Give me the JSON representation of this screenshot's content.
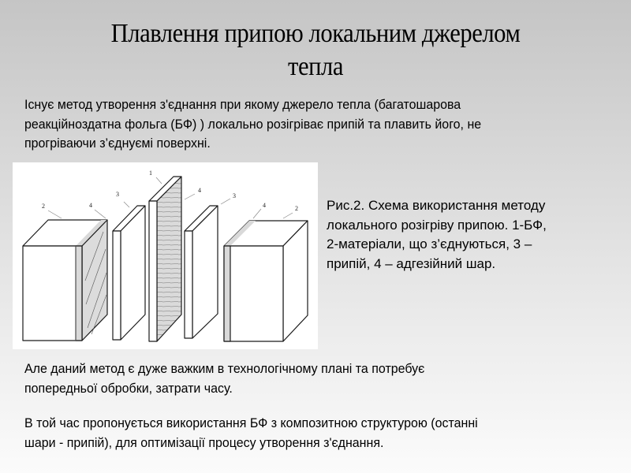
{
  "slide": {
    "title_line1": "Плавлення припою локальним джерелом",
    "title_line2": "тепла",
    "intro": [
      "Існує метод утворення з'єднання при якому джерело тепла (багатошарова",
      "реакційноздатна фольга (БФ) ) локально розігріває припій та плавить його, не",
      "прогріваючи з’єднуємі поверхні."
    ],
    "figure": {
      "labels": {
        "left_material": "2",
        "left_adhesive": "4",
        "left_solder": "3",
        "foil": "1",
        "foil_adhesive": "4",
        "right_solder": "3",
        "right_adhesive": "4",
        "right_material": "2"
      },
      "colors": {
        "background": "#ffffff",
        "stroke": "#1a1a1a",
        "shade": "#d9d9d9"
      }
    },
    "caption": [
      "Рис.2. Схема використання методу",
      "локального розігріву припою. 1-БФ,",
      "2-матеріали, що з’єднуються, 3 –",
      "припій, 4 – адгезійний шар."
    ],
    "paragraph2": [
      "Але даний метод є дуже важким в технологічному плані та потребує",
      "попередньої обробки, затрати часу."
    ],
    "paragraph3": [
      "В той час пропонується використання БФ з композитною структурою (останні",
      "шари - припій), для оптимізації процесу утворення з'єднання."
    ]
  }
}
